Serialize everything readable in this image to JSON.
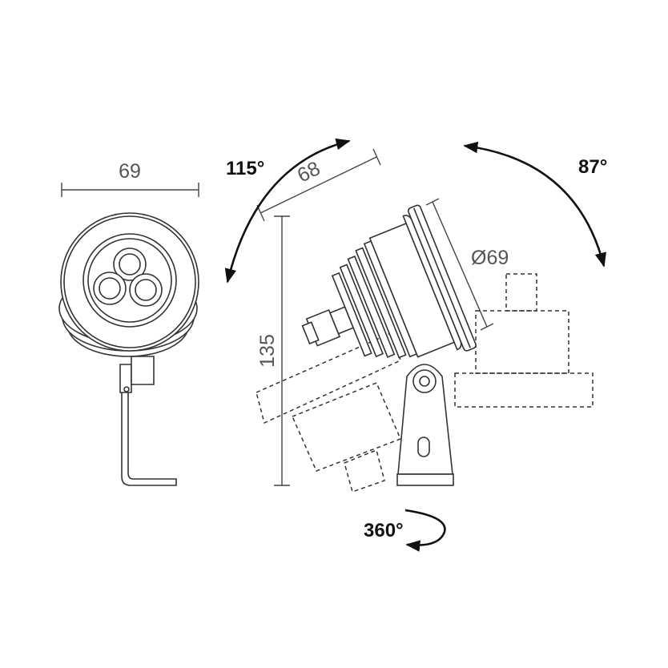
{
  "front_view": {
    "width_label": "69"
  },
  "side_view": {
    "depth_label": "68",
    "height_label": "135",
    "diameter_label": "Ø69"
  },
  "rotation": {
    "tilt_back_label": "115°",
    "tilt_forward_label": "87°",
    "pan_label": "360°"
  }
}
